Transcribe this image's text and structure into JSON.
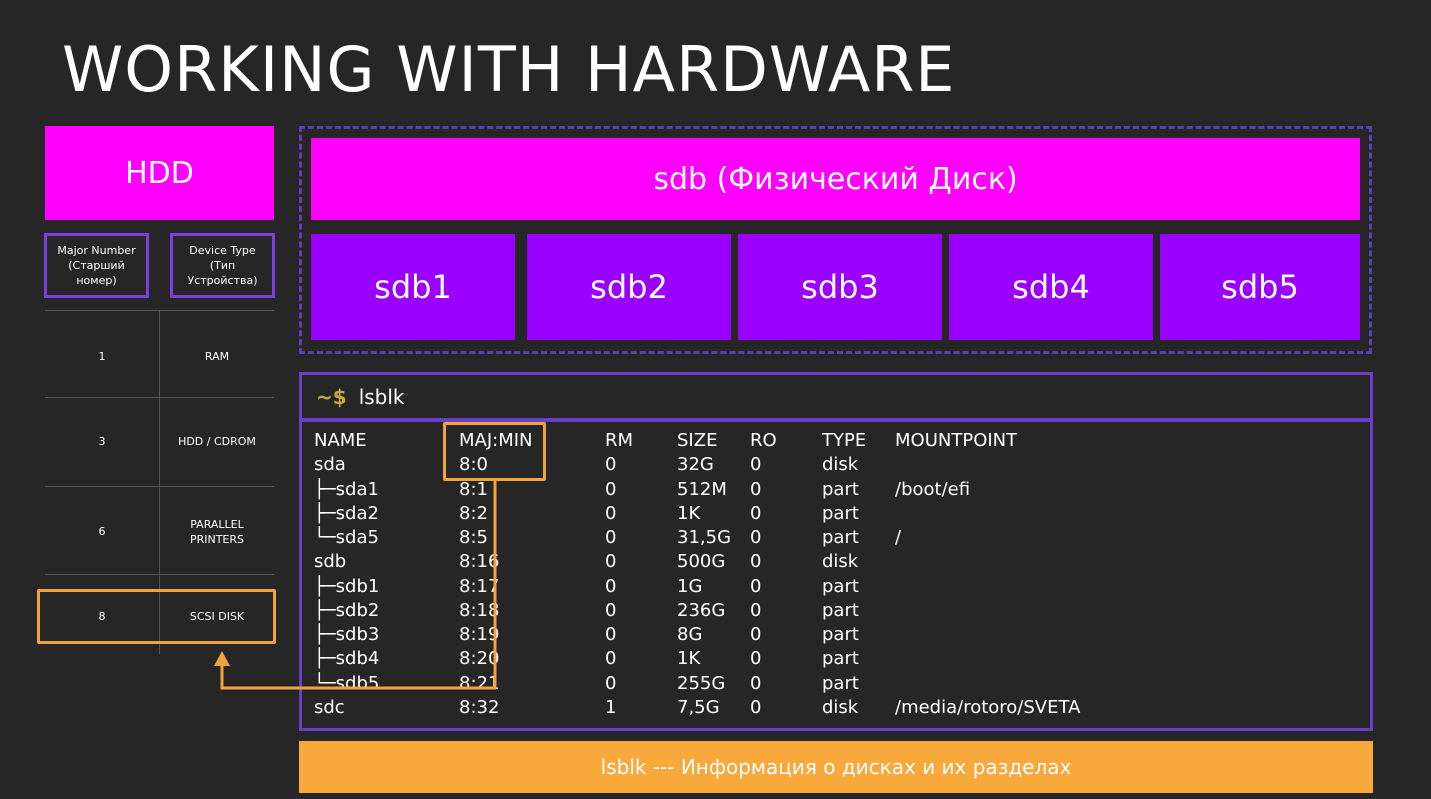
{
  "title": "WORKING WITH HARDWARE",
  "hdd": "HDD",
  "table": {
    "headers": [
      "Major Number\n(Старший\nномер)",
      "Device Type\n(Тип\nУстройства)"
    ],
    "rows": [
      {
        "major": "1",
        "type": "RAM"
      },
      {
        "major": "3",
        "type": "HDD / CDROM"
      },
      {
        "major": "6",
        "type": "PARALLEL\nPRINTERS"
      },
      {
        "major": "8",
        "type": "SCSI DISK"
      }
    ]
  },
  "disk": {
    "label": "sdb (Физический Диск)",
    "partitions": [
      "sdb1",
      "sdb2",
      "sdb3",
      "sdb4",
      "sdb5"
    ]
  },
  "terminal": {
    "prompt": "~$",
    "command": "lsblk",
    "columns": [
      "NAME",
      "MAJ:MIN",
      "RM",
      "SIZE",
      "RO",
      "TYPE",
      "MOUNTPOINT"
    ],
    "rows": [
      [
        "sda",
        "8:0",
        "0",
        "32G",
        "0",
        "disk",
        ""
      ],
      [
        "├─sda1",
        "8:1",
        "0",
        "512M",
        "0",
        "part",
        "/boot/efi"
      ],
      [
        "├─sda2",
        "8:2",
        "0",
        "1K",
        "0",
        "part",
        ""
      ],
      [
        "└─sda5",
        "8:5",
        "0",
        "31,5G",
        "0",
        "part",
        "/"
      ],
      [
        "sdb",
        "8:16",
        "0",
        "500G",
        "0",
        "disk",
        ""
      ],
      [
        "├─sdb1",
        "8:17",
        "0",
        "1G",
        "0",
        "part",
        ""
      ],
      [
        "├─sdb2",
        "8:18",
        "0",
        "236G",
        "0",
        "part",
        ""
      ],
      [
        "├─sdb3",
        "8:19",
        "0",
        "8G",
        "0",
        "part",
        ""
      ],
      [
        "├─sdb4",
        "8:20",
        "0",
        "1K",
        "0",
        "part",
        ""
      ],
      [
        "└─sdb5",
        "8:21",
        "0",
        "255G",
        "0",
        "part",
        ""
      ],
      [
        "sdc",
        "8:32",
        "1",
        "7,5G",
        "0",
        "disk",
        "/media/rotoro/SVETA"
      ]
    ]
  },
  "footer": "lsblk  ---  Информация о дисках и их разделах",
  "colors": {
    "background": "#262626",
    "magenta": "#ff00ff",
    "purple": "#9900ff",
    "border_purple": "#6a3fc8",
    "highlight_orange": "#f2a33a",
    "footer_orange": "#f9a83c",
    "prompt_gold": "#c8a93a"
  }
}
